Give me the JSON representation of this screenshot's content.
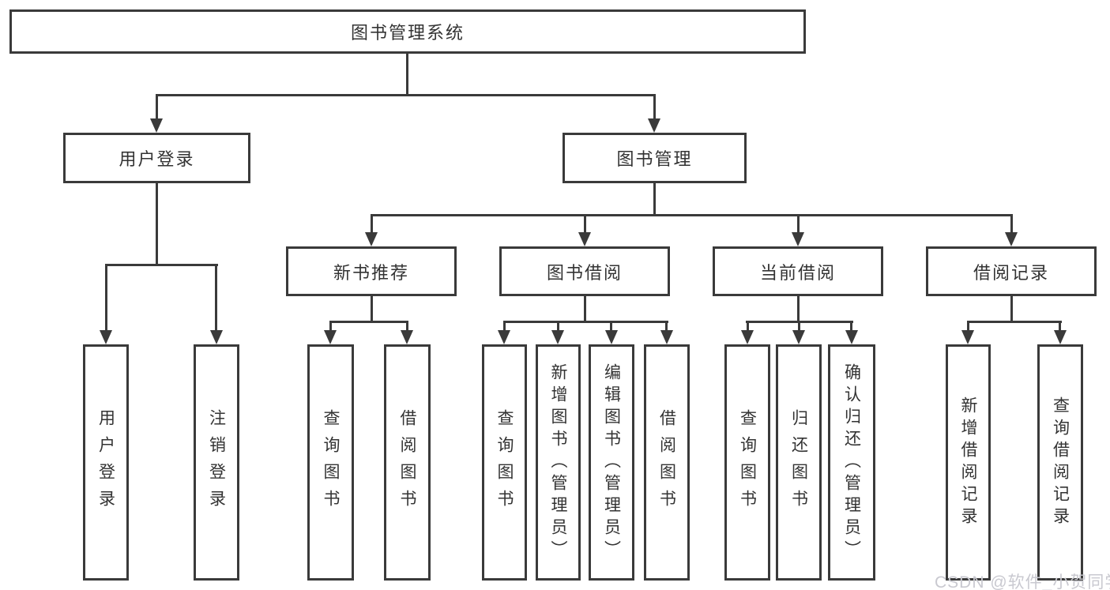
{
  "diagram": {
    "title": "图书管理系统",
    "root": {
      "label": "图书管理系统"
    },
    "level2": [
      {
        "label": "用户登录"
      },
      {
        "label": "图书管理"
      }
    ],
    "level3": [
      {
        "label": "新书推荐"
      },
      {
        "label": "图书借阅"
      },
      {
        "label": "当前借阅"
      },
      {
        "label": "借阅记录"
      }
    ],
    "leaves": {
      "user_login": [
        "用户登录",
        "注销登录"
      ],
      "new_book_rec": [
        "查询图书",
        "借阅图书"
      ],
      "book_borrow": [
        "查询图书",
        "新增图书（管理员）",
        "编辑图书（管理员）",
        "借阅图书"
      ],
      "current_borrow": [
        "查询图书",
        "归还图书",
        "确认归还（管理员）"
      ],
      "borrow_records": [
        "新增借阅记录",
        "查询借阅记录"
      ]
    }
  },
  "watermark": "CSDN @软件_小贺同学",
  "colors": {
    "line": "#3a3a3a",
    "text": "#333333",
    "watermark": "#c9c9d0",
    "background": "#ffffff"
  }
}
